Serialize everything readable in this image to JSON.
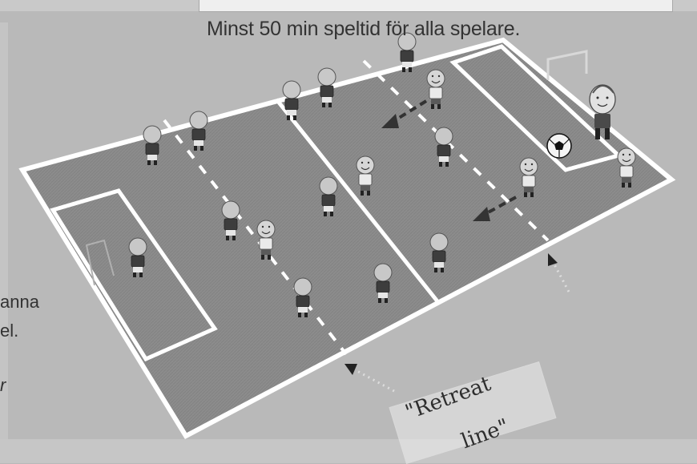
{
  "header": {
    "text": "Minst 50 min speltid för alla spelare."
  },
  "side_text": {
    "line1": "anna",
    "line2": "el.",
    "line3": "r"
  },
  "note": {
    "line1": "\"Retreat",
    "line2": "line\""
  },
  "colors": {
    "pitch": "#8a8a8a",
    "pitch_light": "#999999",
    "lines": "#ffffff",
    "background": "#b9b9b9"
  },
  "icons": {
    "ball": "soccer-ball-icon",
    "goal": "goal-net-icon",
    "arrow": "dotted-arrow-icon"
  }
}
